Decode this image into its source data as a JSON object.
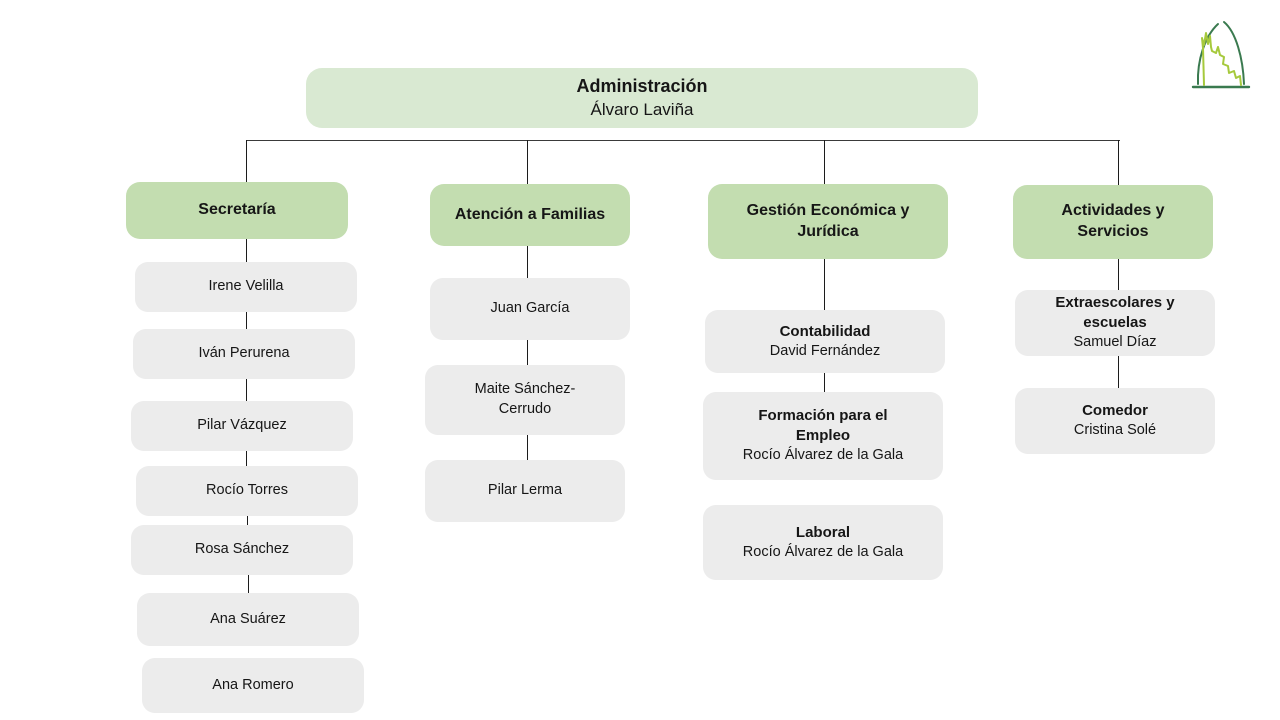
{
  "chart": {
    "root": {
      "department": "Administración",
      "person": "Álvaro Laviña"
    },
    "columns": [
      {
        "header": "Secretaría",
        "items": [
          {
            "person": "Irene Velilla"
          },
          {
            "person": "Iván Perurena"
          },
          {
            "person": "Pilar Vázquez"
          },
          {
            "person": "Rocío Torres"
          },
          {
            "person": "Rosa Sánchez"
          },
          {
            "person": "Ana Suárez"
          },
          {
            "person": "Ana Romero"
          }
        ]
      },
      {
        "header": "Atención a Familias",
        "items": [
          {
            "person": "Juan García"
          },
          {
            "person": "Maite Sánchez-Cerrudo"
          },
          {
            "person": "Pilar Lerma"
          }
        ]
      },
      {
        "header": "Gestión Económica y Jurídica",
        "items": [
          {
            "role": "Contabilidad",
            "person": "David Fernández"
          },
          {
            "role": "Formación para el Empleo",
            "person": "Rocío Álvarez de la Gala"
          },
          {
            "role": "Laboral",
            "person": "Rocío Álvarez de la Gala"
          }
        ]
      },
      {
        "header": "Actividades y Servicios",
        "items": [
          {
            "role": "Extraescolares y escuelas",
            "person": "Samuel Díaz"
          },
          {
            "role": "Comedor",
            "person": "Cristina Solé"
          }
        ]
      }
    ]
  },
  "icons": {
    "logo": "school-arch-logo"
  },
  "colors": {
    "root_box": "#d9e9d2",
    "header_box": "#c3ddb0",
    "item_box": "#ececec",
    "connector_line": "#1c1c1c",
    "text": "#161616",
    "logo_dark_green": "#3a7a4f",
    "logo_light_green": "#a6c93c"
  }
}
